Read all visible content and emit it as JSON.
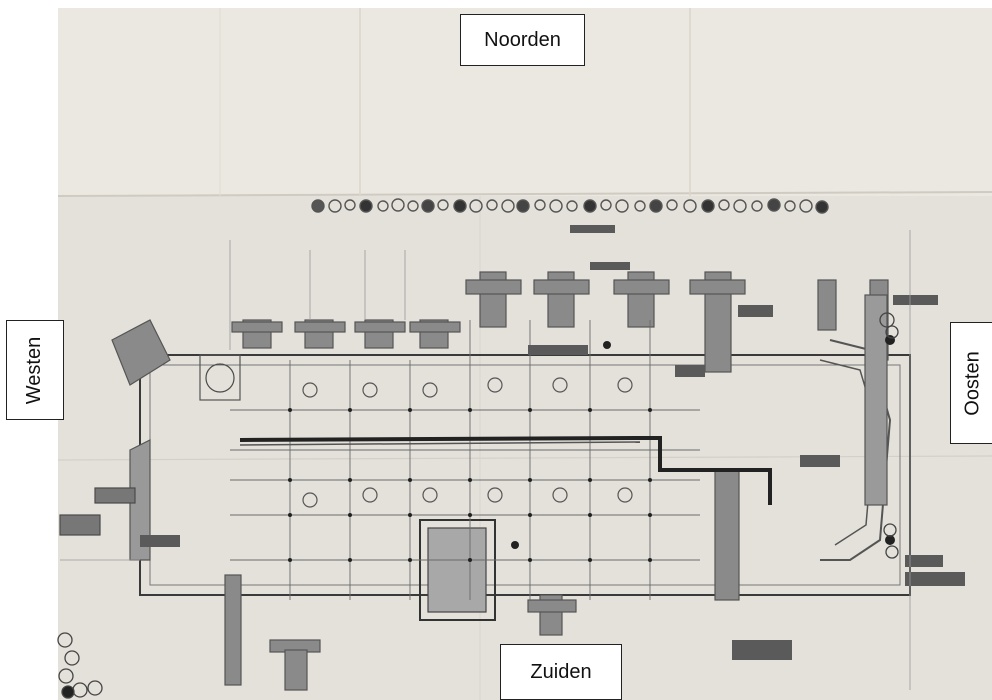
{
  "compass": {
    "north": "Noorden",
    "south": "Zuiden",
    "west": "Westen",
    "east": "Oosten"
  }
}
